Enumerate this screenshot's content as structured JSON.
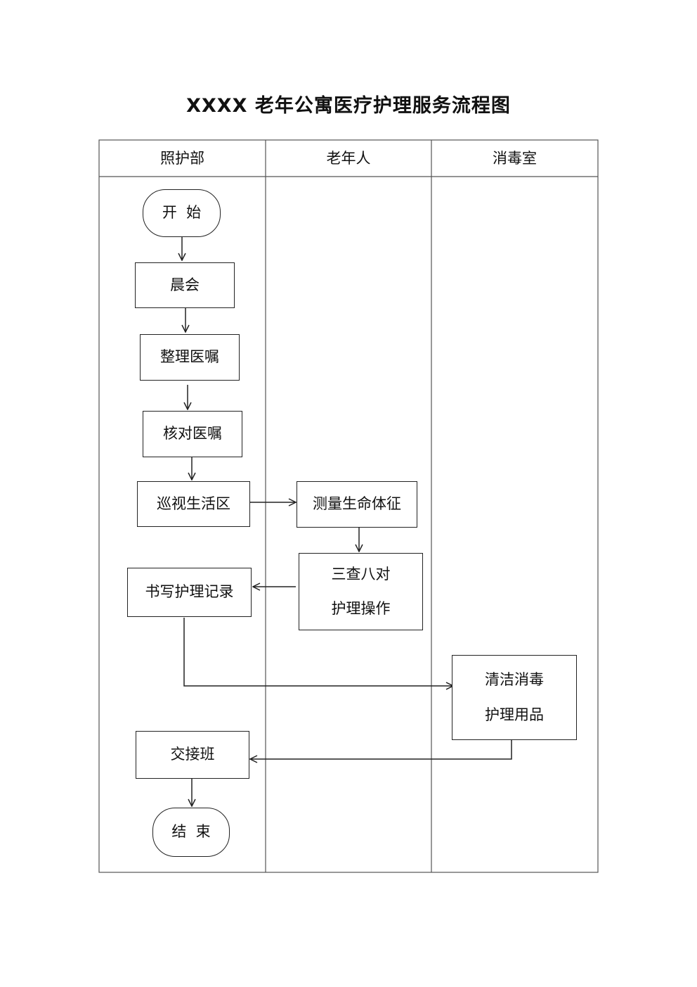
{
  "title": "XXXX 老年公寓医疗护理服务流程图",
  "lanes": [
    "照护部",
    "老年人",
    "消毒室"
  ],
  "nodes": {
    "start": "开  始",
    "morning_meeting": "晨会",
    "organize_orders": "整理医嘱",
    "check_orders": "核对医嘱",
    "patrol_area": "巡视生活区",
    "measure_vitals": "测量生命体征",
    "three_checks_line1": "三查八对",
    "three_checks_line2": "护理操作",
    "write_records": "书写护理记录",
    "clean_disinfect_line1": "清洁消毒",
    "clean_disinfect_line2": "护理用品",
    "shift_handover": "交接班",
    "end": "结  束"
  }
}
